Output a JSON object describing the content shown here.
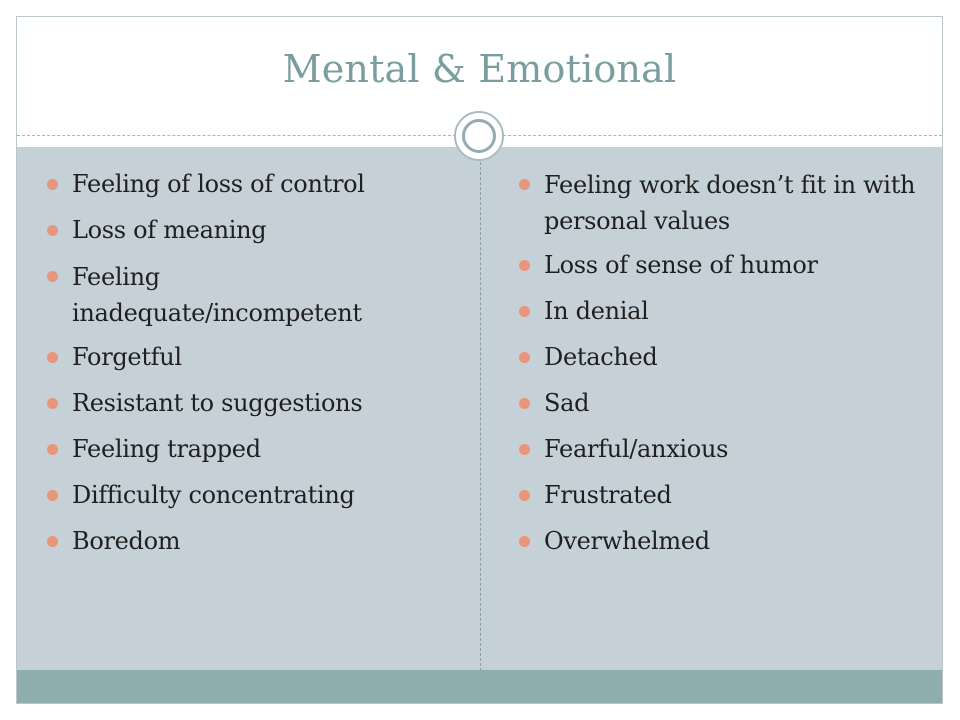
{
  "slide": {
    "title": "Mental & Emotional",
    "accent_color": "#7a9ea0",
    "bullet_color": "#e8957b",
    "left_items": [
      "Feeling of loss of control",
      "Loss of meaning",
      "Feeling inadequate/incompetent",
      "Forgetful",
      "Resistant to suggestions",
      "Feeling trapped",
      "Difficulty concentrating",
      "Boredom"
    ],
    "right_items": [
      "Feeling work doesn’t fit in with personal values",
      "Loss of sense of humor",
      "In denial",
      "Detached",
      "Sad",
      "Fearful/anxious",
      "Frustrated",
      "Overwhelmed"
    ],
    "decor_icon": "ring-ornament-icon"
  }
}
